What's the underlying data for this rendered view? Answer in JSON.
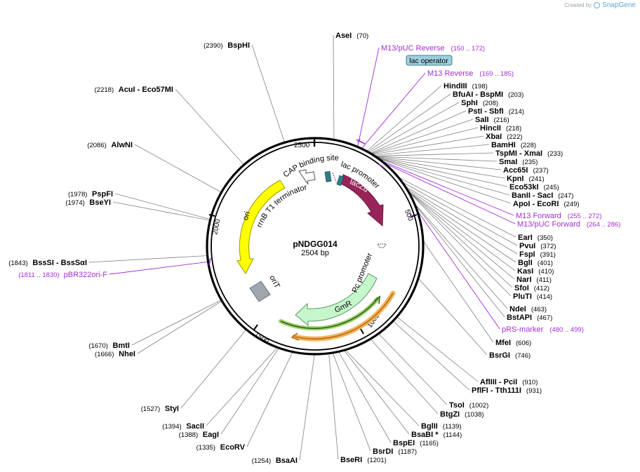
{
  "credit": {
    "prefix": "Created by",
    "brand": "SnapGene"
  },
  "plasmid": {
    "name": "pNDGG014",
    "size_label": "2504 bp",
    "length": 2504
  },
  "colors": {
    "backbone": "#000000",
    "primer": "#a12ed1",
    "leader": "#808080",
    "lacZa": "#98245a",
    "ori": "#ffff00",
    "GmR": "#c6f7cc",
    "oriT": "#a0a6ae",
    "lac_operator": "#9fd0dd",
    "orf_green": "#3a7d1c",
    "orf_orange": "#f3b45c"
  },
  "ticks": [
    {
      "label": "500"
    },
    {
      "label": "1000"
    },
    {
      "label": "1500"
    },
    {
      "label": "2000"
    },
    {
      "label": "2500"
    }
  ],
  "features": [
    {
      "id": "lacZa",
      "label": "lacZα"
    },
    {
      "id": "lac-promoter",
      "label": "lac promoter"
    },
    {
      "id": "cap-site",
      "label": "CAP binding site"
    },
    {
      "id": "rrnb",
      "label": "rrnB T1 terminator"
    },
    {
      "id": "ori",
      "label": "ori"
    },
    {
      "id": "orit",
      "label": "oriT"
    },
    {
      "id": "pc-promoter",
      "label": "Pc promoter"
    },
    {
      "id": "gmr",
      "label": "GmR"
    }
  ],
  "lac_operator": {
    "label": "lac operator"
  },
  "sites_right": [
    {
      "name": "AseI",
      "pos": "(70)"
    },
    {
      "name": "HindIII",
      "pos": "(198)"
    },
    {
      "name": "BfuAI - BspMI",
      "pos": "(203)"
    },
    {
      "name": "SphI",
      "pos": "(208)"
    },
    {
      "name": "PstI - SbfI",
      "pos": "(214)"
    },
    {
      "name": "SalI",
      "pos": "(216)"
    },
    {
      "name": "HincII",
      "pos": "(218)"
    },
    {
      "name": "XbaI",
      "pos": "(222)"
    },
    {
      "name": "BamHI",
      "pos": "(228)"
    },
    {
      "name": "TspMI - XmaI",
      "pos": "(233)"
    },
    {
      "name": "SmaI",
      "pos": "(235)"
    },
    {
      "name": "Acc65I",
      "pos": "(237)"
    },
    {
      "name": "KpnI",
      "pos": "(241)"
    },
    {
      "name": "Eco53kI",
      "pos": "(245)"
    },
    {
      "name": "BanII - SacI",
      "pos": "(247)"
    },
    {
      "name": "ApoI - EcoRI",
      "pos": "(249)"
    },
    {
      "name": "EarI",
      "pos": "(350)"
    },
    {
      "name": "PvuI",
      "pos": "(372)"
    },
    {
      "name": "FspI",
      "pos": "(391)"
    },
    {
      "name": "BglI",
      "pos": "(401)"
    },
    {
      "name": "KasI",
      "pos": "(410)"
    },
    {
      "name": "NarI",
      "pos": "(411)"
    },
    {
      "name": "SfoI",
      "pos": "(412)"
    },
    {
      "name": "PluTI",
      "pos": "(414)"
    },
    {
      "name": "NdeI",
      "pos": "(463)"
    },
    {
      "name": "BstAPI",
      "pos": "(467)"
    },
    {
      "name": "MfeI",
      "pos": "(606)"
    },
    {
      "name": "BsrGI",
      "pos": "(746)"
    },
    {
      "name": "AflIII - PciI",
      "pos": "(910)"
    },
    {
      "name": "PflFI - Tth111I",
      "pos": "(931)"
    },
    {
      "name": "TsoI",
      "pos": "(1002)"
    },
    {
      "name": "BtgZI",
      "pos": "(1038)"
    },
    {
      "name": "BglII",
      "pos": "(1139)"
    },
    {
      "name": "BsaBI *",
      "pos": "(1144)"
    },
    {
      "name": "BspEI",
      "pos": "(1165)"
    },
    {
      "name": "BsrDI",
      "pos": "(1187)"
    },
    {
      "name": "BseRI",
      "pos": "(1201)"
    }
  ],
  "sites_left": [
    {
      "name": "BspHI",
      "pos": "(2390)"
    },
    {
      "name": "AcuI - Eco57MI",
      "pos": "(2218)"
    },
    {
      "name": "AlwNI",
      "pos": "(2086)"
    },
    {
      "name": "PspFI",
      "pos": "(1978)"
    },
    {
      "name": "BseYI",
      "pos": "(1974)"
    },
    {
      "name": "BssSI - BssSαI",
      "pos": "(1843)"
    },
    {
      "name": "BmtI",
      "pos": "(1670)"
    },
    {
      "name": "NheI",
      "pos": "(1666)"
    },
    {
      "name": "StyI",
      "pos": "(1527)"
    },
    {
      "name": "SacII",
      "pos": "(1394)"
    },
    {
      "name": "EagI",
      "pos": "(1388)"
    },
    {
      "name": "EcoRV",
      "pos": "(1335)"
    },
    {
      "name": "BsaAI",
      "pos": "(1254)"
    }
  ],
  "primers": [
    {
      "name": "M13/pUC Reverse",
      "pos": "(150 .. 172)"
    },
    {
      "name": "M13 Reverse",
      "pos": "(169 .. 185)"
    },
    {
      "name": "M13 Forward",
      "pos": "(255 .. 272)"
    },
    {
      "name": "M13/pUC Forward",
      "pos": "(264 .. 286)"
    },
    {
      "name": "pRS-marker",
      "pos": "(480 .. 499)"
    },
    {
      "name": "pBR322ori-F",
      "pos": "(1811 .. 1830)"
    }
  ]
}
